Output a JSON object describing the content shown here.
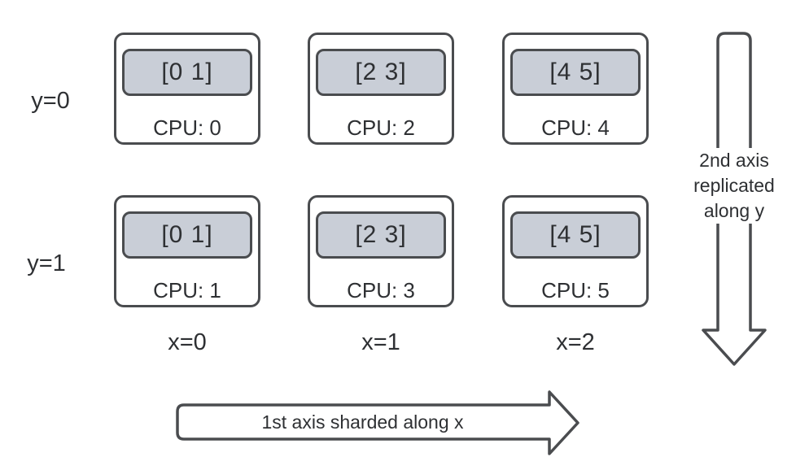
{
  "grid": {
    "rows": [
      {
        "label": "y=0",
        "cells": [
          {
            "shard": "[0 1]",
            "cpu": "CPU: 0"
          },
          {
            "shard": "[2 3]",
            "cpu": "CPU: 2"
          },
          {
            "shard": "[4 5]",
            "cpu": "CPU: 4"
          }
        ]
      },
      {
        "label": "y=1",
        "cells": [
          {
            "shard": "[0 1]",
            "cpu": "CPU: 1"
          },
          {
            "shard": "[2 3]",
            "cpu": "CPU: 3"
          },
          {
            "shard": "[4 5]",
            "cpu": "CPU: 5"
          }
        ]
      }
    ]
  },
  "col_labels": [
    "x=0",
    "x=1",
    "x=2"
  ],
  "arrows": {
    "down": {
      "line1": "2nd axis",
      "line2": "replicated",
      "line3": "along y"
    },
    "right": {
      "label": "1st axis sharded along x"
    }
  },
  "colors": {
    "outline": "#4a4c4f",
    "shard_fill": "#c9ced7",
    "text": "#2e3033",
    "background": "#ffffff"
  }
}
